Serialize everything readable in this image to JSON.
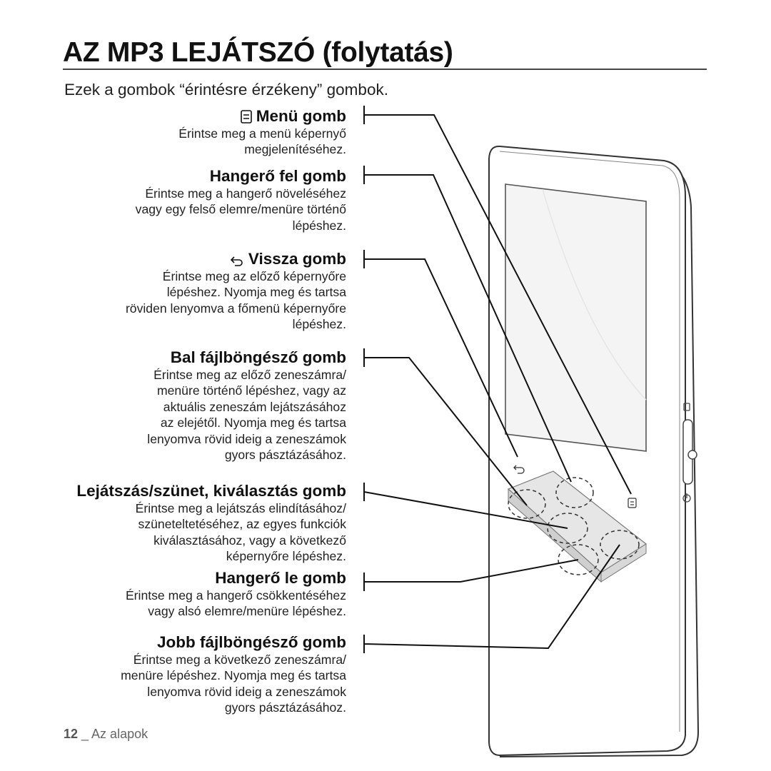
{
  "page": {
    "title": "AZ MP3 LEJÁTSZÓ (folytatás)",
    "intro": "Ezek a gombok “érintésre érzékeny” gombok.",
    "footer_page": "12",
    "footer_text": " _ Az alapok"
  },
  "sections": [
    {
      "heading": "Menü gomb",
      "icon": "menu-icon",
      "lines": [
        "Érintse meg a menü képernyő",
        "megjelenítéséhez."
      ]
    },
    {
      "heading": "Hangerő fel gomb",
      "icon": null,
      "lines": [
        "Érintse meg a hangerő növeléséhez",
        "vagy egy felső elemre/menüre történő",
        "lépéshez."
      ]
    },
    {
      "heading": "Vissza gomb",
      "icon": "back-arrow-icon",
      "lines": [
        "Érintse meg az előző képernyőre",
        "lépéshez. Nyomja meg és tartsa",
        "röviden lenyomva a főmenü képernyőre",
        "lépéshez."
      ]
    },
    {
      "heading": "Bal fájlböngésző gomb",
      "icon": null,
      "lines": [
        "Érintse meg az előző zeneszámra/",
        "menüre történő lépéshez, vagy az",
        "aktuális zeneszám lejátszásához",
        "az elejétől. Nyomja meg és tartsa",
        "lenyomva rövid ideig a zeneszámok",
        "gyors pásztázásához."
      ]
    },
    {
      "heading": "Lejátszás/szünet, kiválasztás gomb",
      "icon": null,
      "lines": [
        "Érintse meg a lejátszás elindításához/",
        "szüneteltetéséhez, az egyes funkciók",
        "kiválasztásához, vagy a következő",
        "képernyőre lépéshez."
      ]
    },
    {
      "heading": "Hangerő le gomb",
      "icon": null,
      "lines": [
        "Érintse meg a hangerő csökkentéséhez",
        "vagy alsó elemre/menüre lépéshez."
      ]
    },
    {
      "heading": "Jobb fájlböngésző gomb",
      "icon": null,
      "lines": [
        "Érintse meg a következő zeneszámra/",
        "menüre lépéshez. Nyomja meg és tartsa",
        "lenyomva rövid ideig a zeneszámok",
        "gyors pásztázásához."
      ]
    }
  ],
  "colors": {
    "text": "#111111",
    "device_outline": "#333333",
    "screen_fill": "#f4f4f4"
  }
}
